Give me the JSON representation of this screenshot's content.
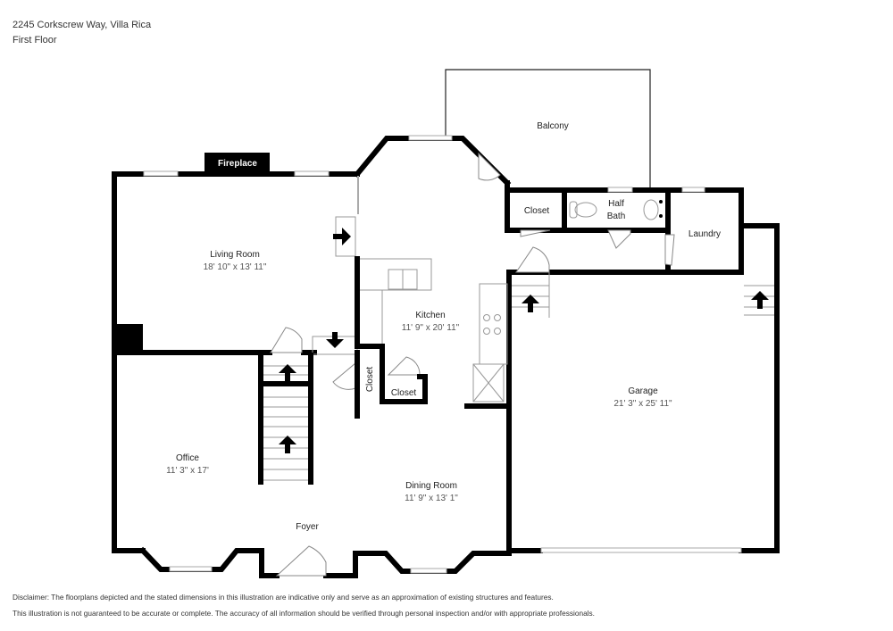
{
  "header": {
    "address": "2245 Corkscrew Way, Villa Rica",
    "floor": "First Floor"
  },
  "rooms": {
    "living_room": {
      "name": "Living Room",
      "dims": "18' 10\" x 13' 11\""
    },
    "kitchen": {
      "name": "Kitchen",
      "dims": "11' 9\" x 20' 11\""
    },
    "garage": {
      "name": "Garage",
      "dims": "21' 3\" x 25' 11\""
    },
    "office": {
      "name": "Office",
      "dims": "11' 3\" x 17'"
    },
    "dining_room": {
      "name": "Dining Room",
      "dims": "11' 9\" x 13' 1\""
    },
    "foyer": {
      "name": "Foyer"
    },
    "balcony": {
      "name": "Balcony"
    },
    "closet_upper": {
      "name": "Closet"
    },
    "half_bath": {
      "name_line1": "Half",
      "name_line2": "Bath"
    },
    "laundry": {
      "name": "Laundry"
    },
    "closet_vertical": {
      "name": "Closet"
    },
    "closet_small": {
      "name": "Closet"
    },
    "fireplace": {
      "name": "Fireplace"
    }
  },
  "disclaimer": {
    "line1": "Disclaimer: The floorplans depicted and the stated dimensions in this illustration are indicative only and serve as an approximation of existing structures and features.",
    "line2": "This illustration is not guaranteed to be accurate or complete. The accuracy of all information should be verified through personal inspection and/or with appropriate professionals."
  }
}
